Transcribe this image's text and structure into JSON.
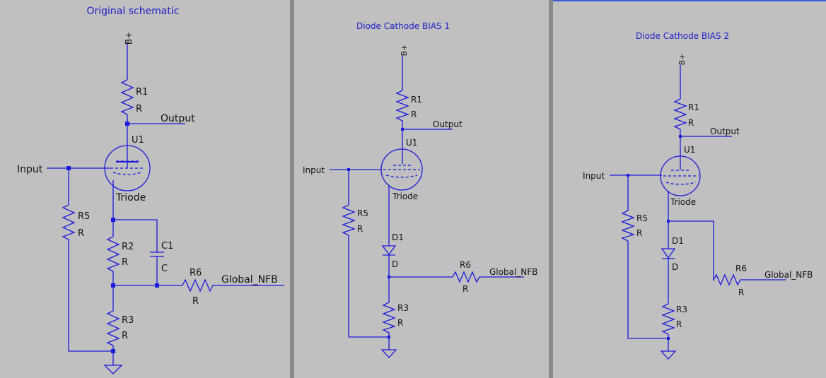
{
  "panels": [
    {
      "title": "Original schematic",
      "supply": "B+",
      "r1": "R1",
      "r1_value": "R",
      "output": "Output",
      "tube": "U1",
      "tube_type": "Triode",
      "input": "Input",
      "r5": "R5",
      "r5_value": "R",
      "r2": "R2",
      "r2_value": "R",
      "c1": "C1",
      "c1_value": "C",
      "r6": "R6",
      "r6_value": "R",
      "nfb": "Global_NFB",
      "r3": "R3",
      "r3_value": "R"
    },
    {
      "title": "Diode Cathode BIAS 1",
      "supply": "B+",
      "r1": "R1",
      "r1_value": "R",
      "output": "Output",
      "tube": "U1",
      "tube_type": "Triode",
      "input": "Input",
      "r5": "R5",
      "r5_value": "R",
      "d1": "D1",
      "d1_value": "D",
      "r6": "R6",
      "r6_value": "R",
      "nfb": "Global_NFB",
      "r3": "R3",
      "r3_value": "R"
    },
    {
      "title": "Diode Cathode BIAS 2",
      "supply": "B+",
      "r1": "R1",
      "r1_value": "R",
      "output": "Output",
      "tube": "U1",
      "tube_type": "Triode",
      "input": "Input",
      "r5": "R5",
      "r5_value": "R",
      "d1": "D1",
      "d1_value": "D",
      "r6": "R6",
      "r6_value": "R",
      "nfb": "Global_NFB",
      "r3": "R3",
      "r3_value": "R"
    }
  ]
}
